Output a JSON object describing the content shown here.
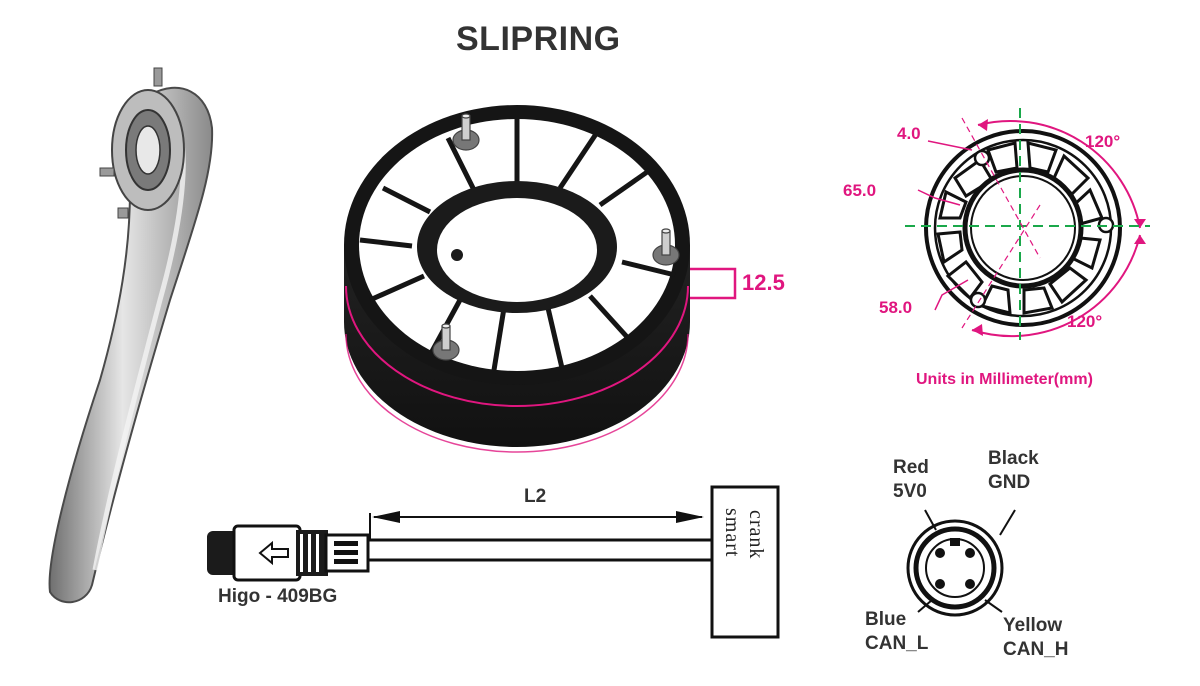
{
  "title": "SLIPRING",
  "colors": {
    "accent": "#e0167f",
    "dark": "#333333",
    "green": "#1aa84a"
  },
  "ring_height": "12.5",
  "plan_view": {
    "hole_dia": "4.0",
    "outer_dia": "65.0",
    "inner_dia": "58.0",
    "angle_top": "120°",
    "angle_bottom": "120°",
    "units_note": "Units in Millimeter(mm)"
  },
  "cable": {
    "length_label": "L2",
    "connector_label": "Higo - 409BG",
    "box_text": [
      "smart",
      "crank"
    ]
  },
  "pinout": [
    {
      "color": "Red",
      "signal": "5V0"
    },
    {
      "color": "Black",
      "signal": "GND"
    },
    {
      "color": "Blue",
      "signal": "CAN_L"
    },
    {
      "color": "Yellow",
      "signal": "CAN_H"
    }
  ],
  "icons": [
    "crank-arm-icon",
    "slipring-icon",
    "connector-plug-icon",
    "arrow-left-icon",
    "pin-socket-icon"
  ]
}
